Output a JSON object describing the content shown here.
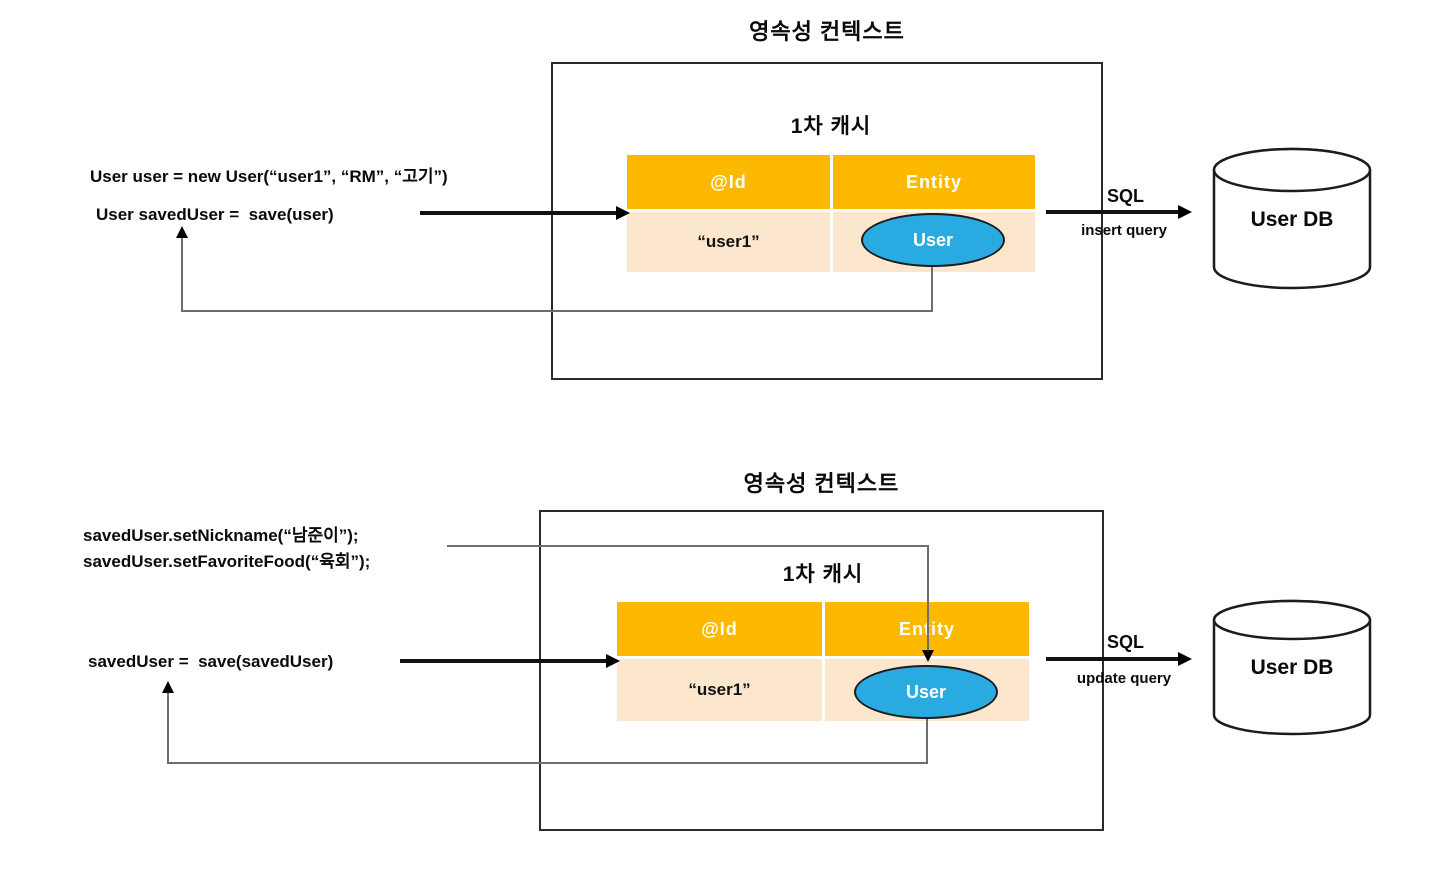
{
  "colors": {
    "header_orange": "#FCB900",
    "row_peach": "#FCE7CE",
    "entity_blue": "#29ABE2"
  },
  "diagram1": {
    "title": "영속성 컨텍스트",
    "cache_title": "1차 캐시",
    "code_line1": "User user = new User(“user1”, “RM”, “고기”)",
    "code_line2": "User savedUser =  save(user)",
    "table": {
      "id_header": "@Id",
      "entity_header": "Entity",
      "id_value": "“user1”",
      "entity_value": "User"
    },
    "sql_label": "SQL",
    "query_label": "insert query",
    "db_label": "User DB"
  },
  "diagram2": {
    "title": "영속성 컨텍스트",
    "cache_title": "1차 캐시",
    "code_line1": "savedUser.setNickname(“남준이”);",
    "code_line2": "savedUser.setFavoriteFood(“육회”);",
    "code_line3": "savedUser =  save(savedUser)",
    "table": {
      "id_header": "@Id",
      "entity_header": "Entity",
      "id_value": "“user1”",
      "entity_value": "User"
    },
    "sql_label": "SQL",
    "query_label": "update query",
    "db_label": "User DB"
  }
}
